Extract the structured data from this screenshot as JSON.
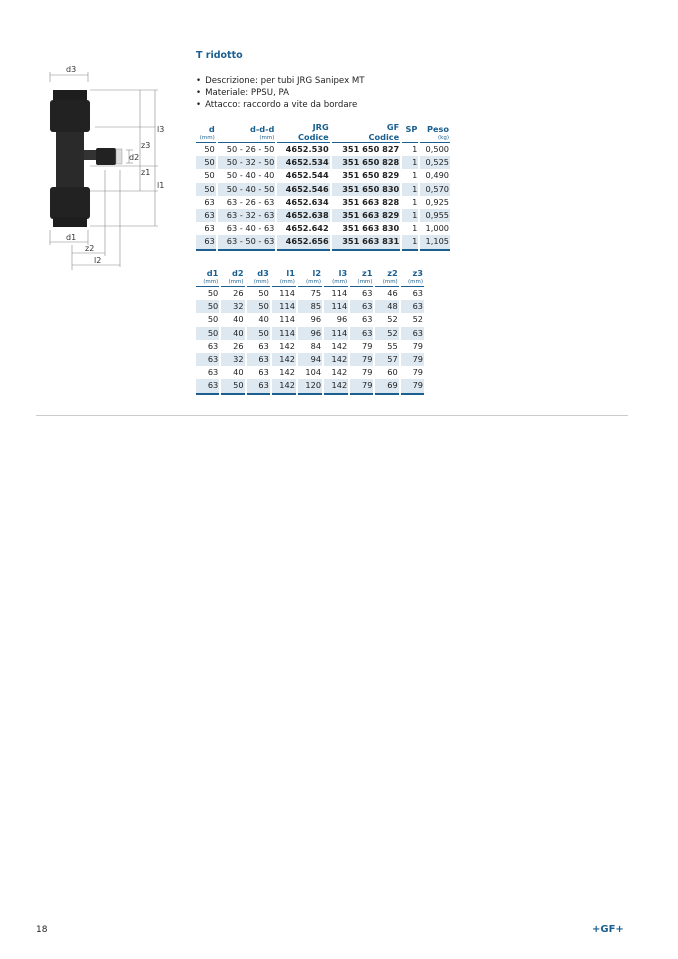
{
  "title": "T ridotto",
  "bullets": [
    "Descrizione: per tubi JRG Sanipex MT",
    "Materiale: PPSU, PA",
    "Attacco: raccordo a vite da bordare"
  ],
  "diagram_labels": {
    "d3": "d3",
    "d2": "d2",
    "d1": "d1",
    "z3": "z3",
    "z1": "z1",
    "z2": "z2",
    "l3": "l3",
    "l1": "l1",
    "l2": "l2"
  },
  "table1": {
    "headers": [
      {
        "t": "d",
        "u": "(mm)"
      },
      {
        "t": "d-d-d",
        "u": "(mm)"
      },
      {
        "t": "JRG",
        "u": "Codice"
      },
      {
        "t": "GF",
        "u": "Codice"
      },
      {
        "t": "SP",
        "u": ""
      },
      {
        "t": "Peso",
        "u": "(kg)"
      }
    ],
    "rows": [
      [
        "50",
        "50 - 26 - 50",
        "4652.530",
        "351 650 827",
        "1",
        "0,500"
      ],
      [
        "50",
        "50 - 32 - 50",
        "4652.534",
        "351 650 828",
        "1",
        "0,525"
      ],
      [
        "50",
        "50 - 40 - 40",
        "4652.544",
        "351 650 829",
        "1",
        "0,490"
      ],
      [
        "50",
        "50 - 40 - 50",
        "4652.546",
        "351 650 830",
        "1",
        "0,570"
      ],
      [
        "63",
        "63 - 26 - 63",
        "4652.634",
        "351 663 828",
        "1",
        "0,925"
      ],
      [
        "63",
        "63 - 32 - 63",
        "4652.638",
        "351 663 829",
        "1",
        "0,955"
      ],
      [
        "63",
        "63 - 40 - 63",
        "4652.642",
        "351 663 830",
        "1",
        "1,000"
      ],
      [
        "63",
        "63 - 50 - 63",
        "4652.656",
        "351 663 831",
        "1",
        "1,105"
      ]
    ]
  },
  "table2": {
    "headers": [
      {
        "t": "d1",
        "u": "(mm)"
      },
      {
        "t": "d2",
        "u": "(mm)"
      },
      {
        "t": "d3",
        "u": "(mm)"
      },
      {
        "t": "l1",
        "u": "(mm)"
      },
      {
        "t": "l2",
        "u": "(mm)"
      },
      {
        "t": "l3",
        "u": "(mm)"
      },
      {
        "t": "z1",
        "u": "(mm)"
      },
      {
        "t": "z2",
        "u": "(mm)"
      },
      {
        "t": "z3",
        "u": "(mm)"
      }
    ],
    "rows": [
      [
        "50",
        "26",
        "50",
        "114",
        "75",
        "114",
        "63",
        "46",
        "63"
      ],
      [
        "50",
        "32",
        "50",
        "114",
        "85",
        "114",
        "63",
        "48",
        "63"
      ],
      [
        "50",
        "40",
        "40",
        "114",
        "96",
        "96",
        "63",
        "52",
        "52"
      ],
      [
        "50",
        "40",
        "50",
        "114",
        "96",
        "114",
        "63",
        "52",
        "63"
      ],
      [
        "63",
        "26",
        "63",
        "142",
        "84",
        "142",
        "79",
        "55",
        "79"
      ],
      [
        "63",
        "32",
        "63",
        "142",
        "94",
        "142",
        "79",
        "57",
        "79"
      ],
      [
        "63",
        "40",
        "63",
        "142",
        "104",
        "142",
        "79",
        "60",
        "79"
      ],
      [
        "63",
        "50",
        "63",
        "142",
        "120",
        "142",
        "79",
        "69",
        "79"
      ]
    ]
  },
  "footer": {
    "page": "18",
    "logo": "+GF+"
  }
}
